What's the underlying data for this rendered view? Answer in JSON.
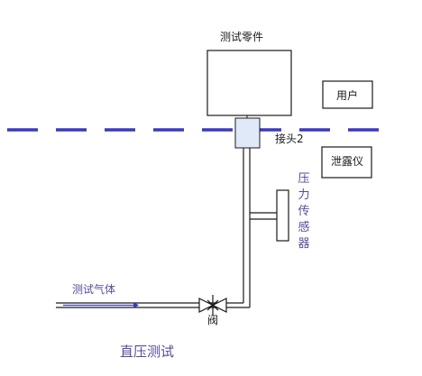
{
  "diagram": {
    "title": "直压测试",
    "part": "测试零件",
    "user": "用户",
    "leak_tester": "泄露仪",
    "connector": "接头2",
    "pressure_sensor": "压力传感器",
    "valve": "阀",
    "test_gas": "测试气体"
  },
  "colors": {
    "line": "#1a1a1a",
    "dash": "#3a3ac0",
    "connector_fill": "#dfe9f7",
    "arrow": "#3a3ac0"
  }
}
